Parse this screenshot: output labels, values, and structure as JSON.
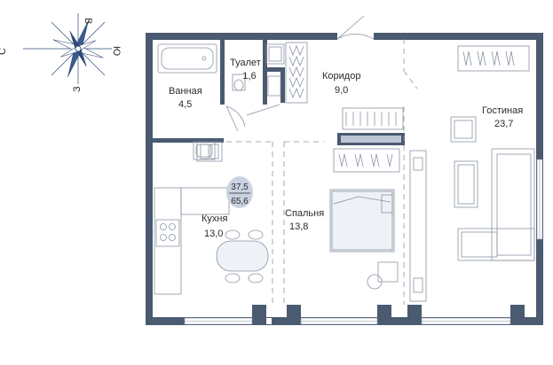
{
  "compass": {
    "n": "В",
    "w": "С",
    "e": "Ю",
    "s": "З"
  },
  "rooms": {
    "toilet": {
      "name": "Туалет",
      "area": "1,6"
    },
    "bath": {
      "name": "Ванная",
      "area": "4,5"
    },
    "corridor": {
      "name": "Коридор",
      "area": "9,0"
    },
    "living": {
      "name": "Гостиная",
      "area": "23,7"
    },
    "kitchen": {
      "name": "Кухня",
      "area": "13,0"
    },
    "bedroom": {
      "name": "Спальня",
      "area": "13,8"
    }
  },
  "totals": {
    "living_area": "37,5",
    "total_area": "65,6"
  },
  "colors": {
    "wall": "#4a5a70",
    "furniture": "#8a93a3",
    "badge": "#c9d3e2",
    "compass": "#2f4a7a"
  }
}
